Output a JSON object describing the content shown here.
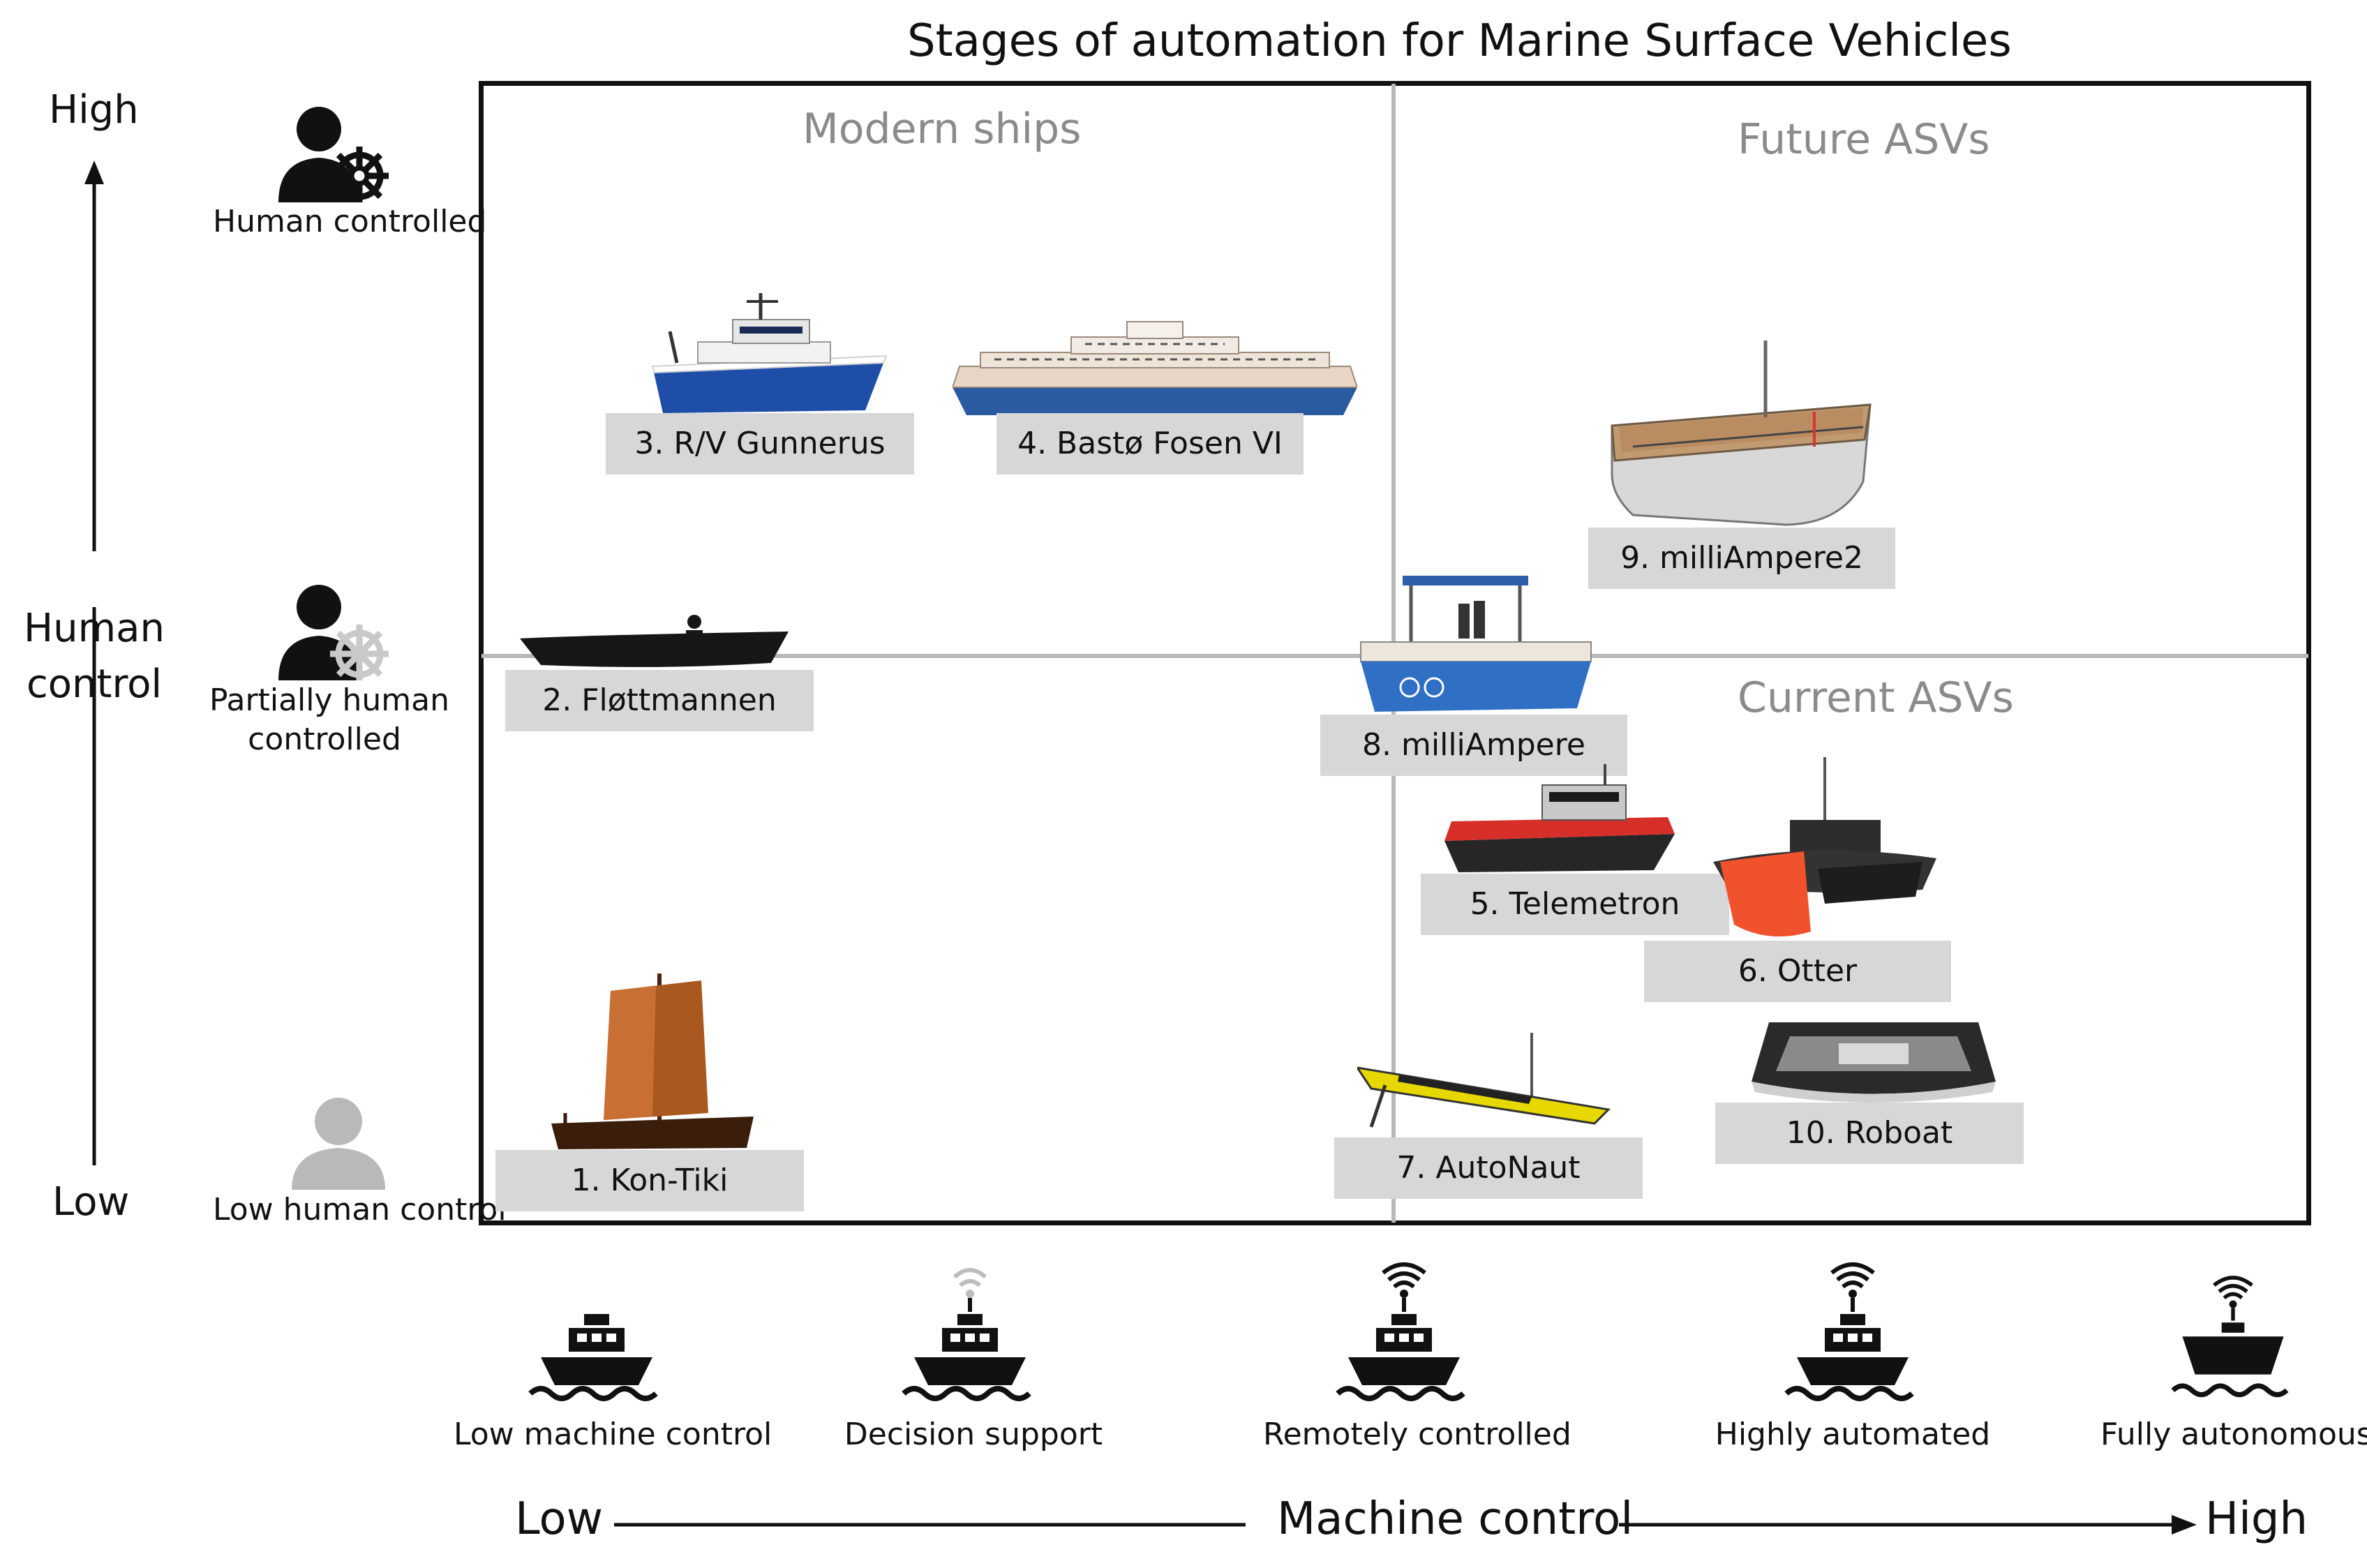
{
  "title": "Stages of automation for Marine Surface Vehicles",
  "y_axis": {
    "high": "High",
    "label_line1": "Human",
    "label_line2": "control",
    "low": "Low"
  },
  "x_axis": {
    "low": "Low",
    "label": "Machine control",
    "high": "High"
  },
  "human_levels": {
    "human_controlled": "Human controlled",
    "partial_line1": "Partially human",
    "partial_line2": "controlled",
    "low": "Low human control"
  },
  "machine_levels": {
    "low": "Low machine control",
    "decision": "Decision support",
    "remote": "Remotely controlled",
    "highly": "Highly automated",
    "fully": "Fully autonomous"
  },
  "quadrants": {
    "modern": "Modern ships",
    "future": "Future ASVs",
    "current": "Current ASVs"
  },
  "vessels": {
    "v1": "1. Kon-Tiki",
    "v2": "2. Fløttmannen",
    "v3": "3. R/V Gunnerus",
    "v4": "4. Bastø Fosen VI",
    "v5": "5. Telemetron",
    "v6": "6. Otter",
    "v7": "7. AutoNaut",
    "v8": "8. milliAmpere",
    "v9": "9. milliAmpere2",
    "v10": "10. Roboat"
  },
  "colors": {
    "hull_blue": "#1f4ea8",
    "hull_red": "#d62f2a",
    "otter_orange": "#f0522d",
    "autonaut_yellow": "#e6d800",
    "wood": "#b98c62",
    "label_bg": "#d7d7d7",
    "quad_text": "#8b8b8b",
    "divider": "#b9b9b9"
  }
}
